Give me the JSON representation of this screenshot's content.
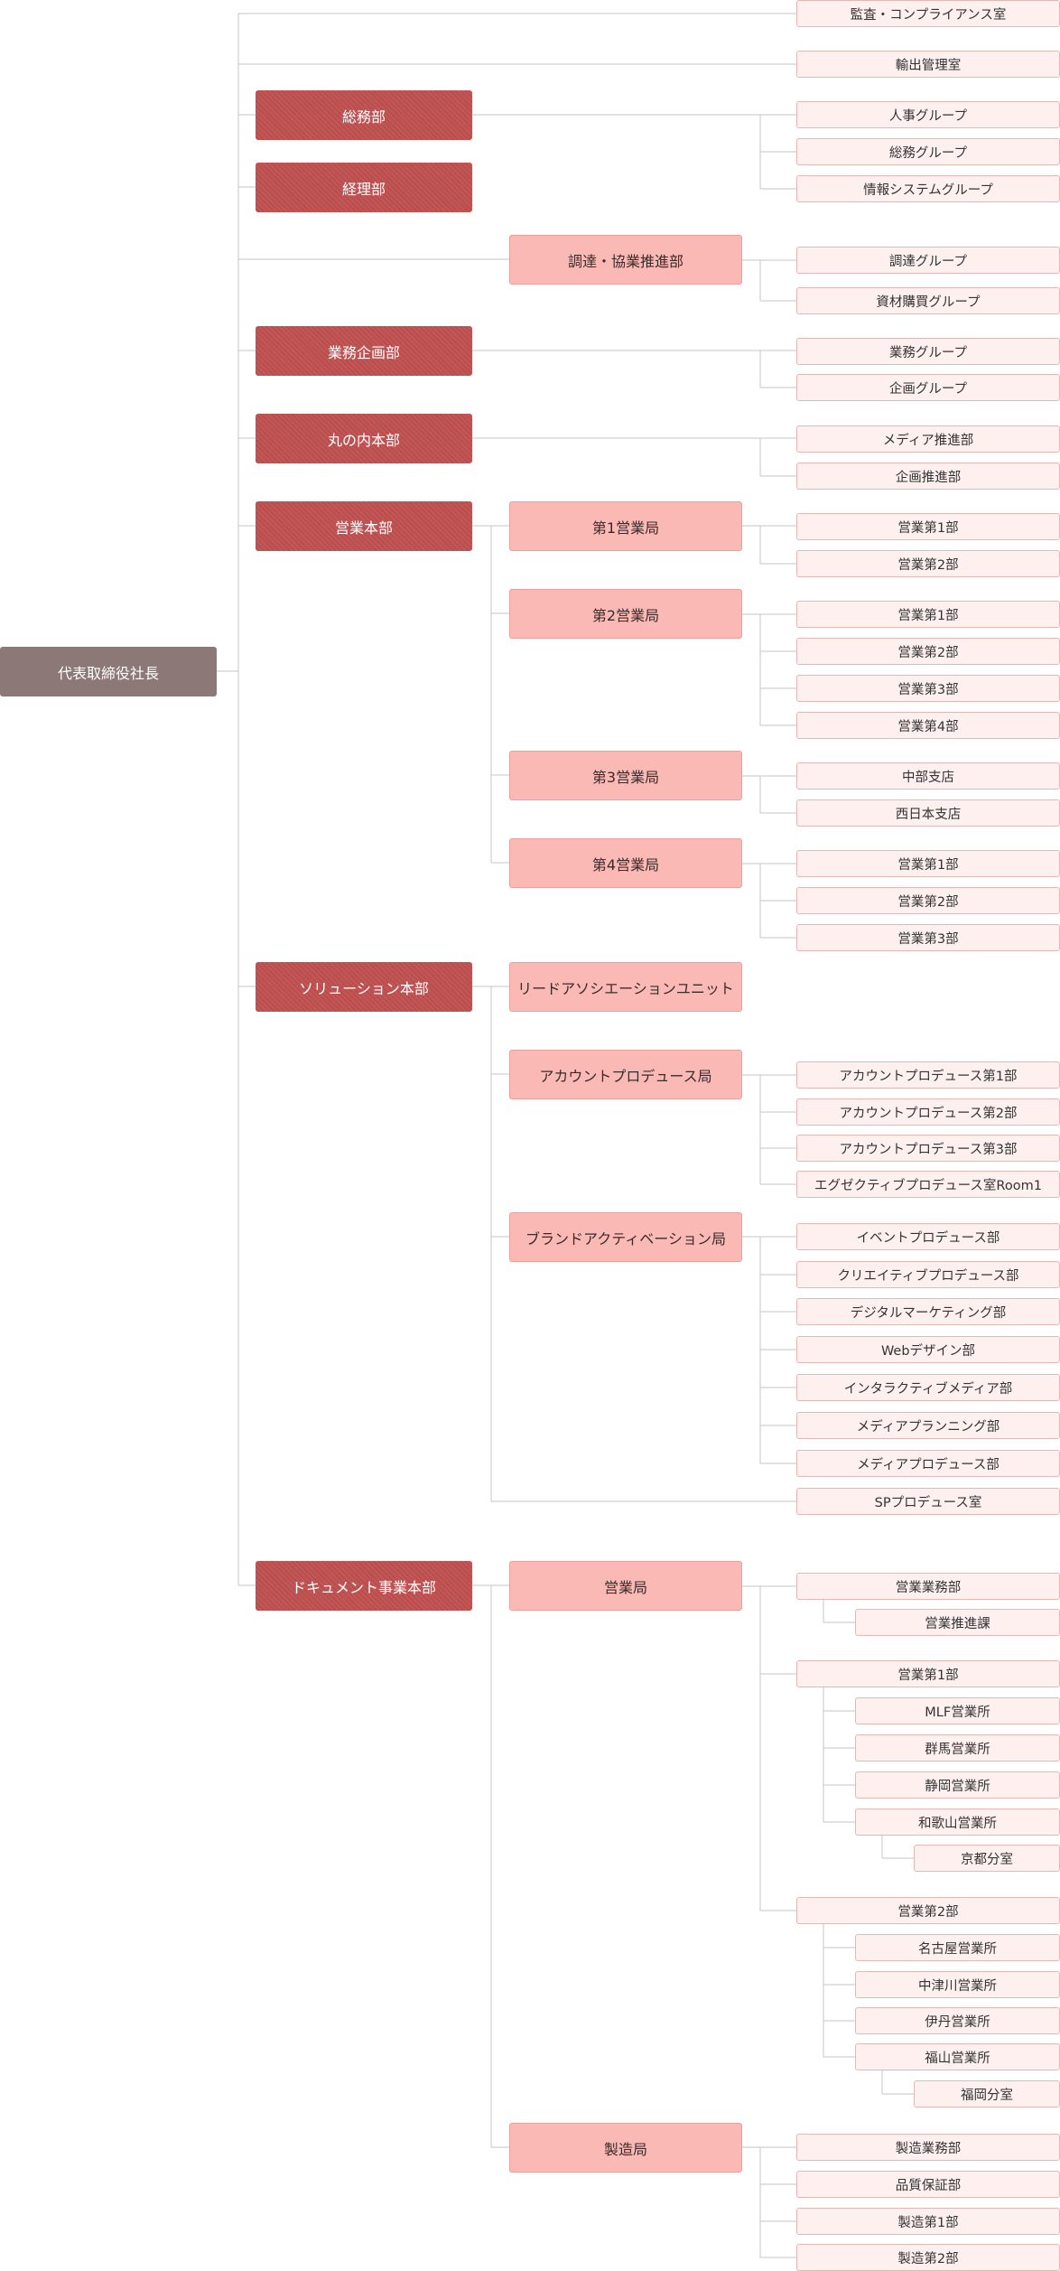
{
  "root": "代表取締役社長",
  "direct_offices": [
    "監査・コンプライアンス室",
    "輸出管理室"
  ],
  "divisions": [
    {
      "name": "総務部",
      "children": [
        "人事グループ",
        "総務グループ",
        "情報システムグループ"
      ]
    },
    {
      "name": "経理部",
      "children": []
    },
    {
      "name": "調達・協業推進部",
      "children": [
        "調達グループ",
        "資材購買グループ"
      ]
    },
    {
      "name": "業務企画部",
      "children": [
        "業務グループ",
        "企画グループ"
      ]
    },
    {
      "name": "丸の内本部",
      "children": [
        "メディア推進部",
        "企画推進部"
      ]
    },
    {
      "name": "営業本部",
      "bureaus": [
        {
          "name": "第1営業局",
          "children": [
            "営業第1部",
            "営業第2部"
          ]
        },
        {
          "name": "第2営業局",
          "children": [
            "営業第1部",
            "営業第2部",
            "営業第3部",
            "営業第4部"
          ]
        },
        {
          "name": "第3営業局",
          "children": [
            "中部支店",
            "西日本支店"
          ]
        },
        {
          "name": "第4営業局",
          "children": [
            "営業第1部",
            "営業第2部",
            "営業第3部"
          ]
        }
      ]
    },
    {
      "name": "ソリューション本部",
      "bureaus": [
        {
          "name": "リードアソシエーションユニット",
          "children": []
        },
        {
          "name": "アカウントプロデュース局",
          "children": [
            "アカウントプロデュース第1部",
            "アカウントプロデュース第2部",
            "アカウントプロデュース第3部",
            "エグゼクティブプロデュース室Room1"
          ]
        },
        {
          "name": "ブランドアクティベーション局",
          "children": [
            "イベントプロデュース部",
            "クリエイティブプロデュース部",
            "デジタルマーケティング部",
            "Webデザイン部",
            "インタラクティブメディア部",
            "メディアプランニング部",
            "メディアプロデュース部"
          ]
        }
      ],
      "office": "SPプロデュース室"
    },
    {
      "name": "ドキュメント事業本部",
      "bureaus": [
        {
          "name": "営業局",
          "children": [
            {
              "name": "営業業務部",
              "children": [
                {
                  "name": "営業推進課"
                }
              ]
            },
            {
              "name": "営業第1部",
              "children": [
                {
                  "name": "MLF営業所"
                },
                {
                  "name": "群馬営業所"
                },
                {
                  "name": "静岡営業所"
                },
                {
                  "name": "和歌山営業所",
                  "children": [
                    "京都分室"
                  ]
                }
              ]
            },
            {
              "name": "営業第2部",
              "children": [
                {
                  "name": "名古屋営業所"
                },
                {
                  "name": "中津川営業所"
                },
                {
                  "name": "伊丹営業所"
                },
                {
                  "name": "福山営業所",
                  "children": [
                    "福岡分室"
                  ]
                }
              ]
            }
          ]
        },
        {
          "name": "製造局",
          "children": [
            "製造業務部",
            "品質保証部",
            "製造第1部",
            "製造第2部"
          ]
        }
      ]
    }
  ]
}
